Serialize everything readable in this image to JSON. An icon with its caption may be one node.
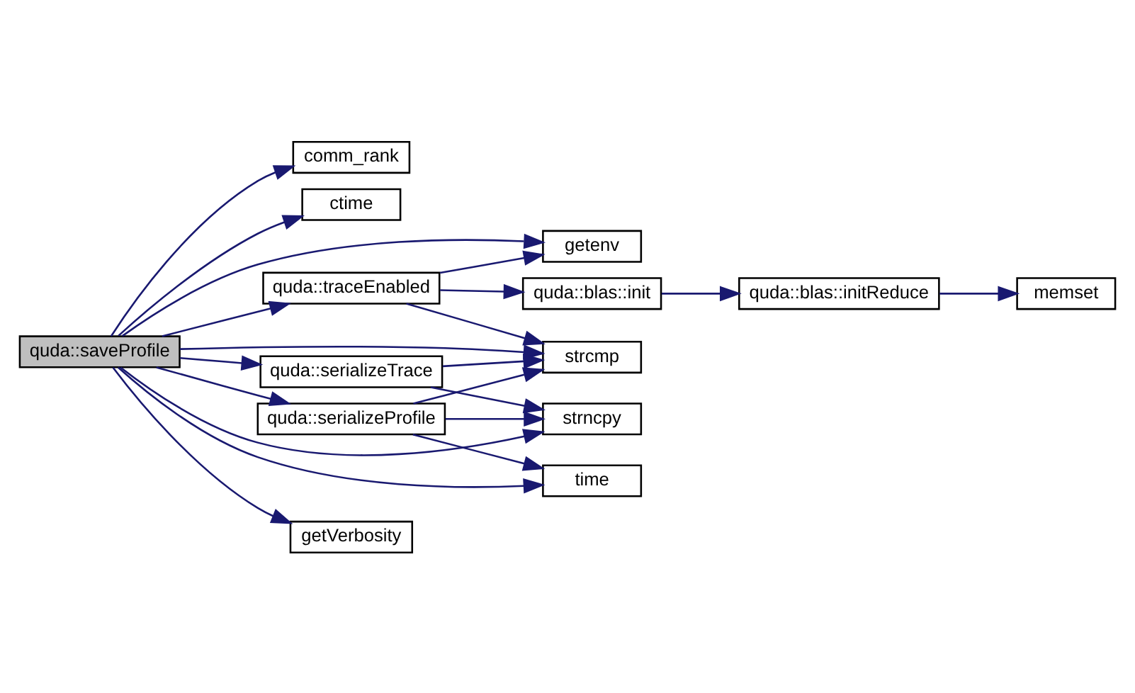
{
  "diagram": {
    "nodes": [
      {
        "text": [
          "quda::saveProfile"
        ]
      },
      {
        "text": [
          "comm_rank"
        ]
      },
      {
        "text": [
          "ctime"
        ]
      },
      {
        "text": [
          "getenv"
        ]
      },
      {
        "text": [
          "quda::traceEnabled"
        ]
      },
      {
        "text": [
          "quda::blas::init"
        ]
      },
      {
        "text": [
          "quda::blas::initReduce"
        ]
      },
      {
        "text": [
          "memset"
        ]
      },
      {
        "text": [
          "strcmp"
        ]
      },
      {
        "text": [
          "quda::serializeTrace"
        ]
      },
      {
        "text": [
          "strncpy"
        ]
      },
      {
        "text": [
          "quda::serializeProfile"
        ]
      },
      {
        "text": [
          "time"
        ]
      },
      {
        "text": [
          "getVerbosity"
        ]
      }
    ],
    "edges": [
      {
        "from": 0,
        "to": 1,
        "arrow": "to"
      },
      {
        "from": 0,
        "to": 2,
        "arrow": "to"
      },
      {
        "from": 0,
        "to": 3,
        "arrow": "to"
      },
      {
        "from": 0,
        "to": 4,
        "arrow": "to"
      },
      {
        "from": 4,
        "to": 3,
        "arrow": "to"
      },
      {
        "from": 4,
        "to": 5,
        "arrow": "to"
      },
      {
        "from": 5,
        "to": 6,
        "arrow": "to"
      },
      {
        "from": 6,
        "to": 7,
        "arrow": "to"
      },
      {
        "from": 4,
        "to": 8,
        "arrow": "to"
      },
      {
        "from": 0,
        "to": 8,
        "arrow": "to"
      },
      {
        "from": 0,
        "to": 9,
        "arrow": "to"
      },
      {
        "from": 9,
        "to": 8,
        "arrow": "to"
      },
      {
        "from": 9,
        "to": 10,
        "arrow": "to"
      },
      {
        "from": 0,
        "to": 11,
        "arrow": "to"
      },
      {
        "from": 11,
        "to": 8,
        "arrow": "to"
      },
      {
        "from": 11,
        "to": 10,
        "arrow": "to"
      },
      {
        "from": 11,
        "to": 12,
        "arrow": "to"
      },
      {
        "from": 0,
        "to": 10,
        "arrow": "to"
      },
      {
        "from": 0,
        "to": 12,
        "arrow": "to"
      },
      {
        "from": 0,
        "to": 13,
        "arrow": "to"
      }
    ]
  }
}
